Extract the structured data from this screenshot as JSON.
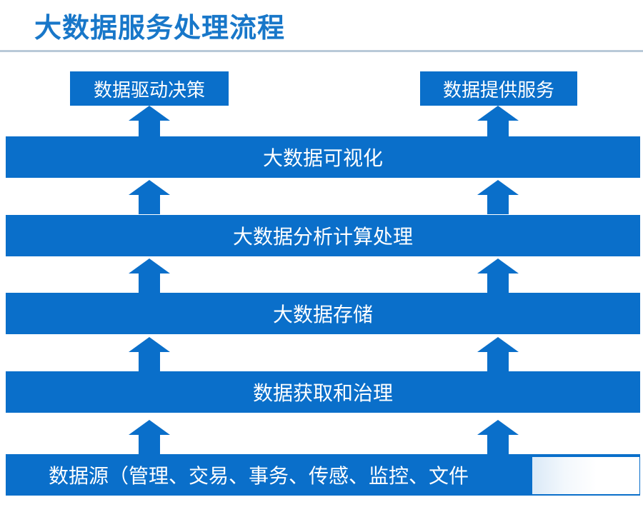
{
  "page": {
    "title": "大数据服务处理流程"
  },
  "diagram": {
    "outputs": {
      "left": "数据驱动决策",
      "right": "数据提供服务"
    },
    "layers": [
      "大数据可视化",
      "大数据分析计算处理",
      "大数据存储",
      "数据获取和治理"
    ],
    "source": "数据源（管理、交易、事务、传感、监控、文件"
  },
  "colors": {
    "box_fill": "#0a6fca",
    "title_text": "#1877c9",
    "rule": "#b9c9d8"
  }
}
